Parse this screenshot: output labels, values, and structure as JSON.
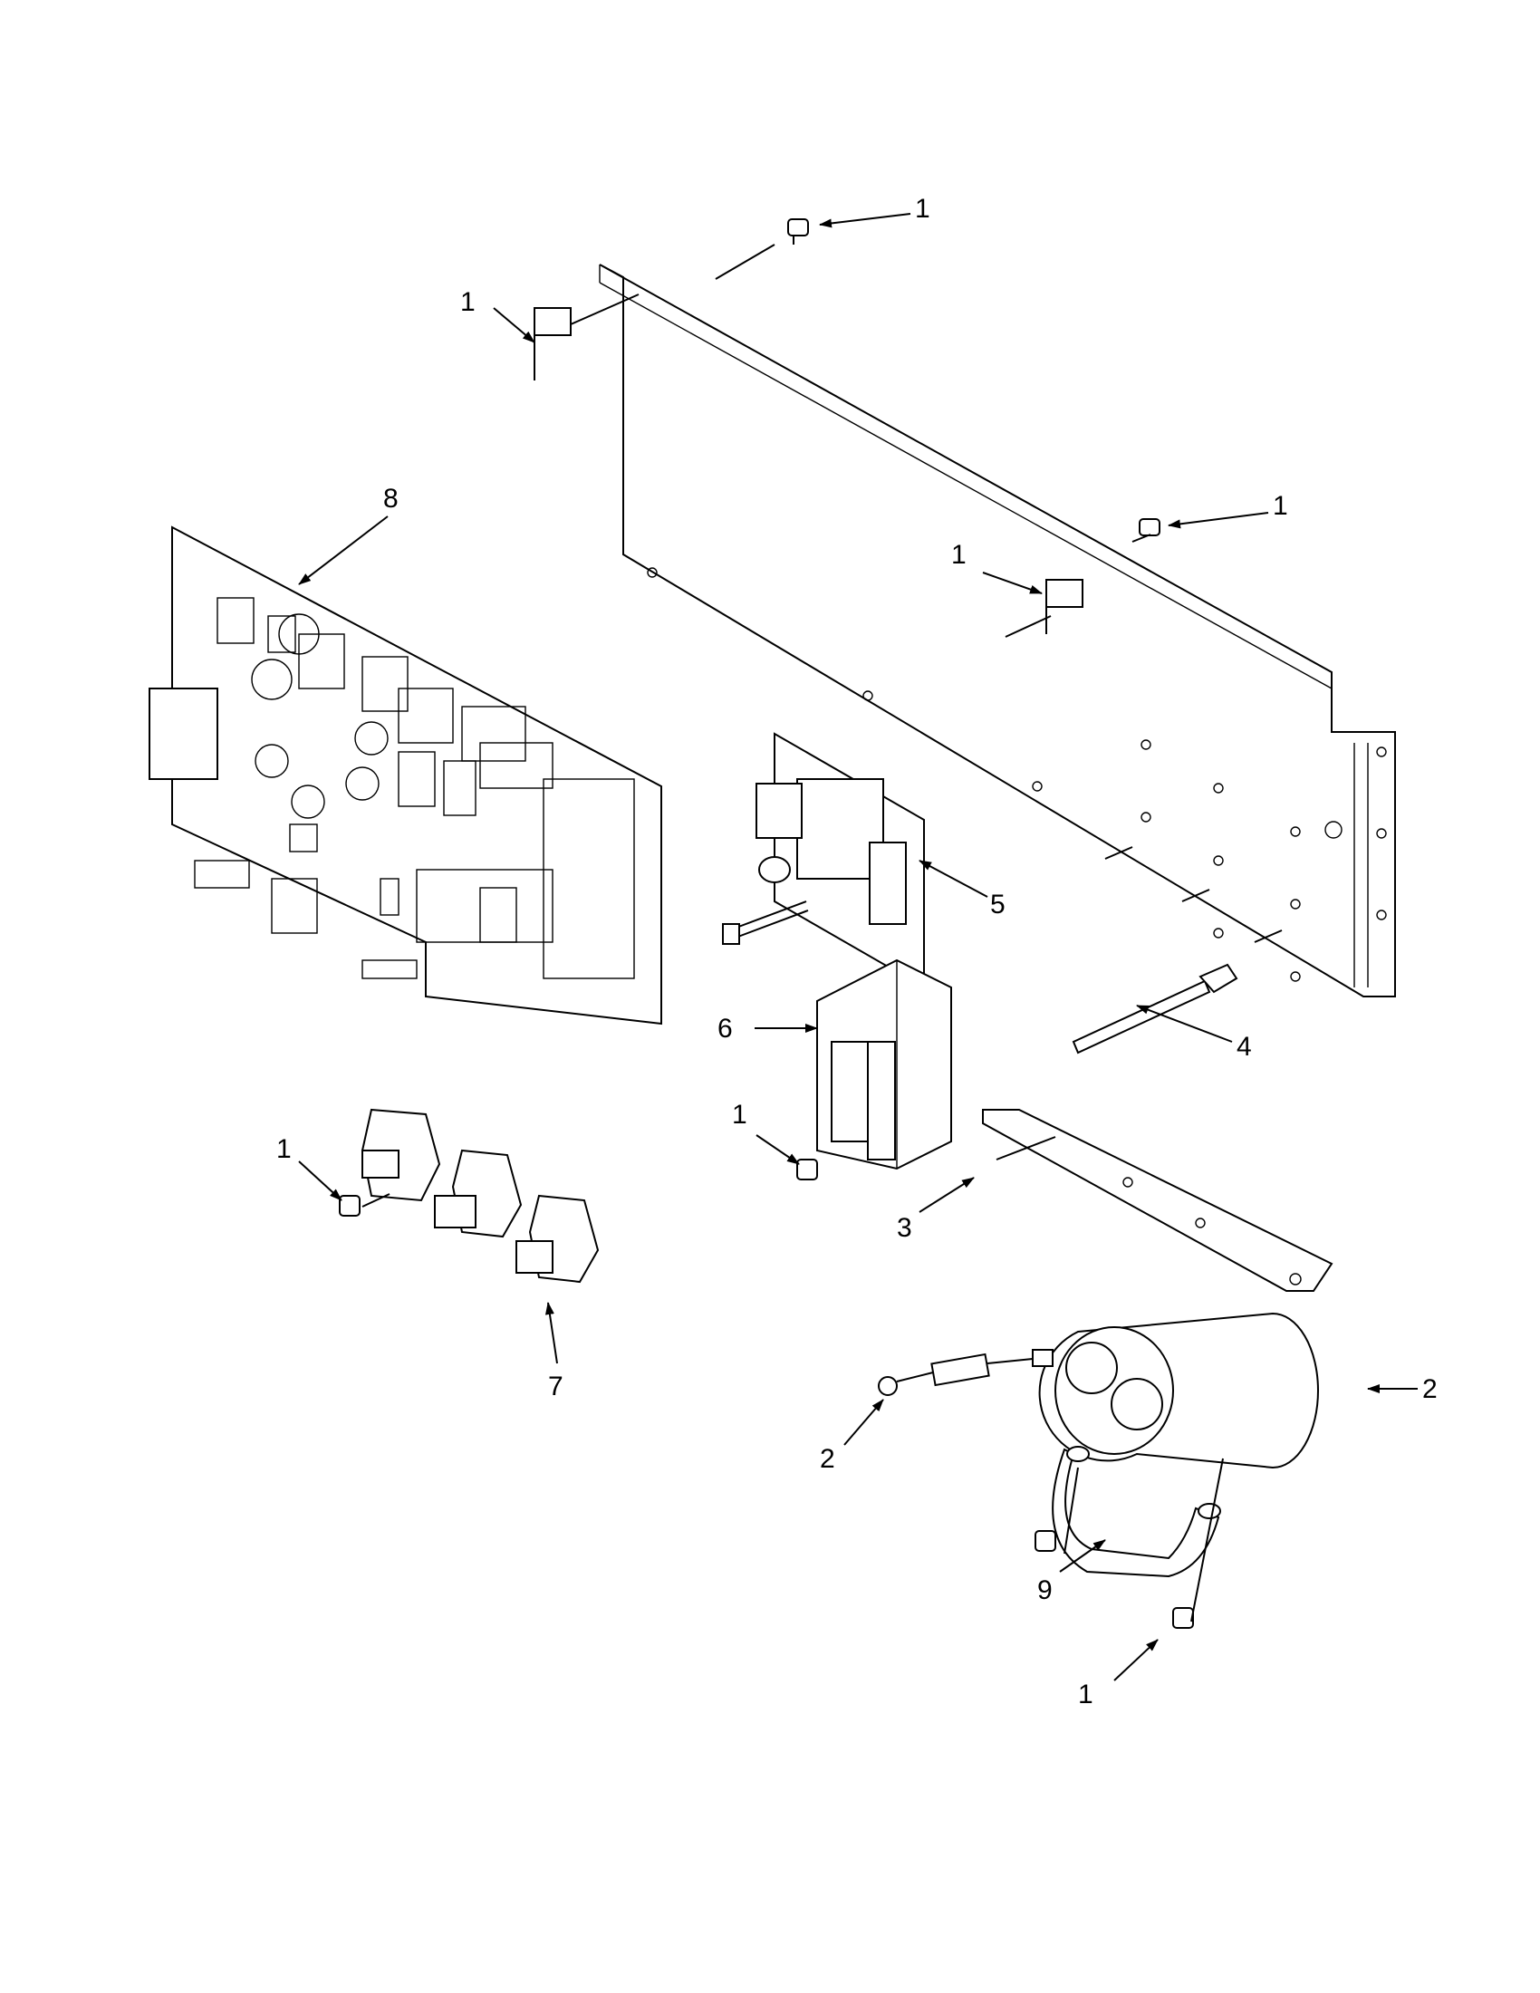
{
  "diagram": {
    "callouts": [
      {
        "id": "c1a",
        "label": "1"
      },
      {
        "id": "c1b",
        "label": "1"
      },
      {
        "id": "c1c",
        "label": "1"
      },
      {
        "id": "c1d",
        "label": "1"
      },
      {
        "id": "c1e",
        "label": "1"
      },
      {
        "id": "c1f",
        "label": "1"
      },
      {
        "id": "c1g",
        "label": "1"
      },
      {
        "id": "c8",
        "label": "8"
      },
      {
        "id": "c5",
        "label": "5"
      },
      {
        "id": "c4",
        "label": "4"
      },
      {
        "id": "c6",
        "label": "6"
      },
      {
        "id": "c3",
        "label": "3"
      },
      {
        "id": "c7",
        "label": "7"
      },
      {
        "id": "c2a",
        "label": "2"
      },
      {
        "id": "c2b",
        "label": "2"
      },
      {
        "id": "c9",
        "label": "9"
      }
    ]
  }
}
